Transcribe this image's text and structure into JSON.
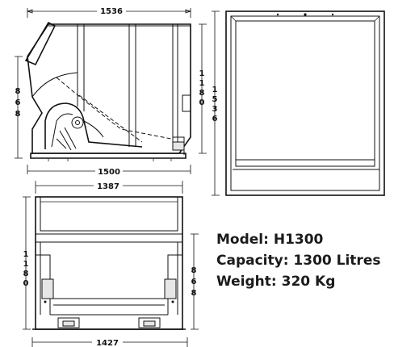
{
  "dimensions": {
    "side_top_width": "1536",
    "side_base_width": "1500",
    "side_height_left": "868",
    "side_height_right": "1180",
    "top_view_depth": "1536",
    "front_top_width": "1387",
    "front_bottom_width": "1427",
    "front_height_left": "1180",
    "front_height_right": "868"
  },
  "specs": {
    "model": "Model: H1300",
    "capacity": "Capacity: 1300 Litres",
    "weight": "Weight: 320 Kg"
  }
}
